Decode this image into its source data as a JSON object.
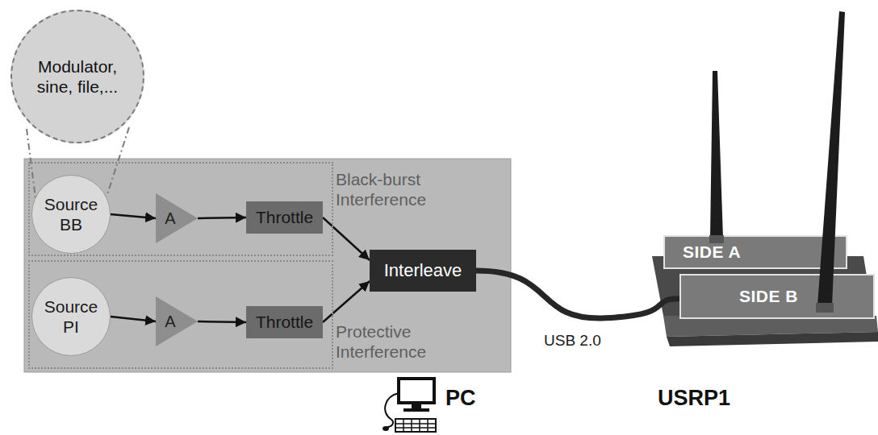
{
  "diagram": {
    "nodes": [
      {
        "text": [
          "Modulator, sine, file,..."
        ]
      },
      {
        "text": [
          "Black-burst Interference"
        ]
      },
      {
        "text": [
          "Source BB"
        ],
        "in": 1
      },
      {
        "text": [
          "A"
        ],
        "in": 1
      },
      {
        "text": [
          "Throttle"
        ],
        "in": 1
      },
      {
        "text": [
          "Protective Interference"
        ]
      },
      {
        "text": [
          "Source PI"
        ],
        "in": 5
      },
      {
        "text": [
          "A"
        ],
        "in": 5
      },
      {
        "text": [
          "Throttle"
        ],
        "in": 5
      },
      {
        "text": [
          "Interleave"
        ]
      },
      {
        "text": [
          "SIDE A"
        ]
      },
      {
        "text": [
          "SIDE B"
        ]
      }
    ],
    "edges": [
      {
        "from": 2,
        "to": 3,
        "arrow": "to"
      },
      {
        "from": 3,
        "to": 4,
        "arrow": "to"
      },
      {
        "from": 4,
        "to": 9,
        "arrow": "to"
      },
      {
        "from": 6,
        "to": 7,
        "arrow": "to"
      },
      {
        "from": 7,
        "to": 8,
        "arrow": "to"
      },
      {
        "from": 8,
        "to": 9,
        "arrow": "to"
      },
      {
        "from": 9,
        "to": 11,
        "label": "USB 2.0",
        "arrow": "none"
      }
    ],
    "labels": [
      "PC",
      "USRP1"
    ]
  }
}
